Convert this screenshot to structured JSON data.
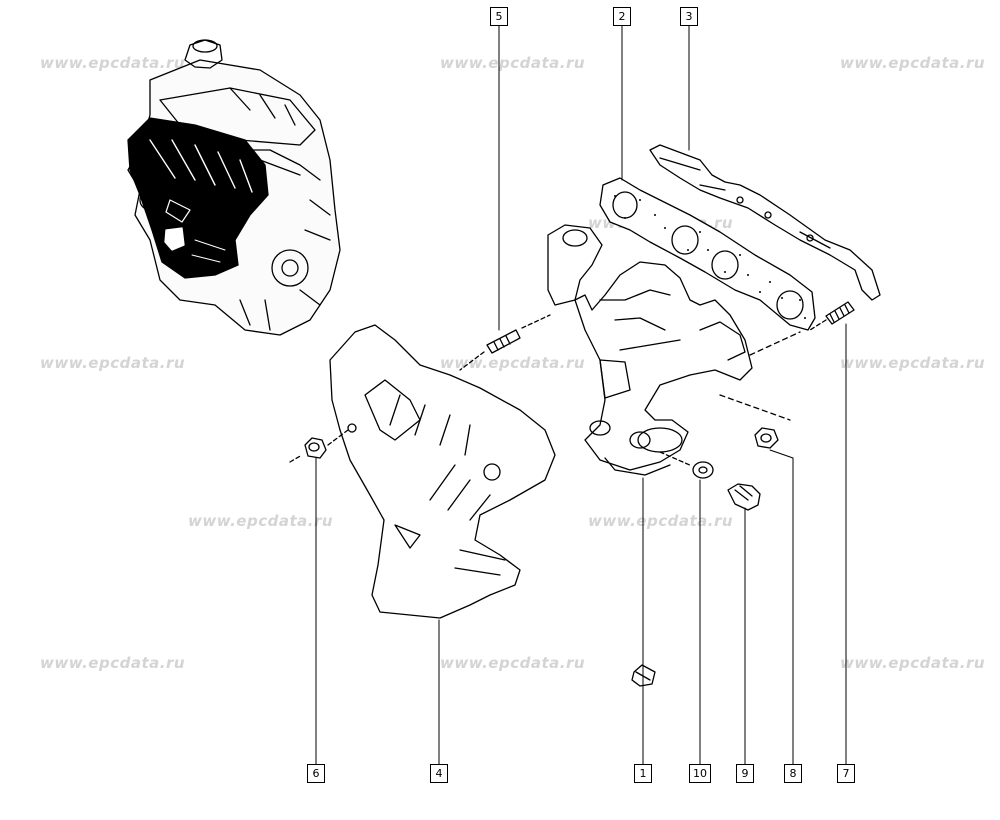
{
  "watermark": "www.epcdata.ru",
  "callouts": [
    "1",
    "2",
    "3",
    "4",
    "5",
    "6",
    "7",
    "8",
    "9",
    "10"
  ],
  "colors": {
    "line": "#000000",
    "watermark": "#d4d4d4",
    "background": "#ffffff"
  }
}
